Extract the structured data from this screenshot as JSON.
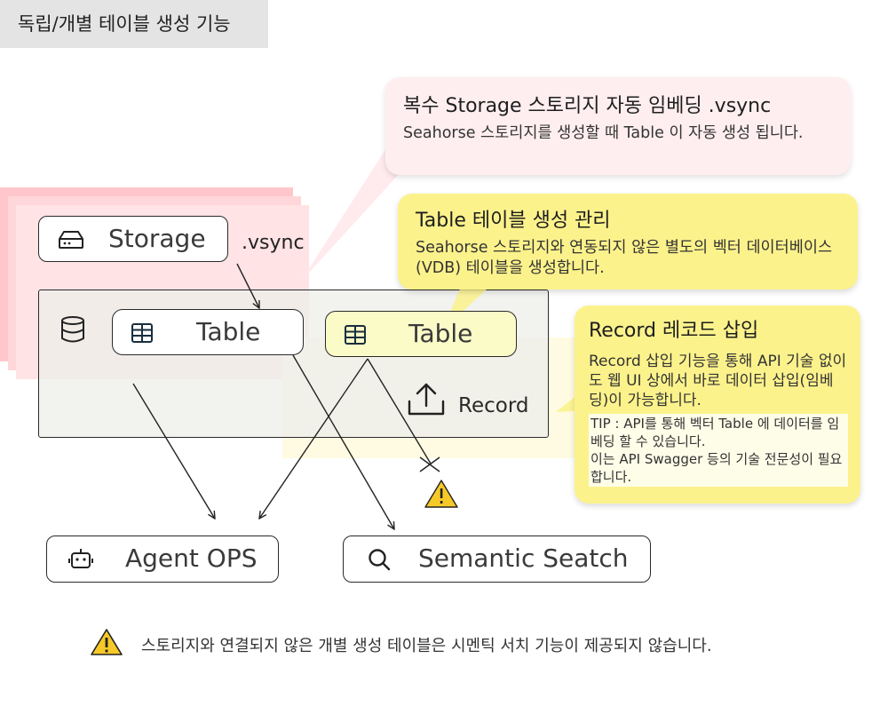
{
  "header": {
    "title": "독립/개별 테이블 생성 기능"
  },
  "nodes": {
    "storage": {
      "label": "Storage",
      "icon": "hard-drive-icon"
    },
    "vsync_label": ".vsync",
    "database": {
      "icon": "database-icon"
    },
    "table_a": {
      "label": "Table",
      "icon": "table-grid-icon"
    },
    "table_b": {
      "label": "Table",
      "icon": "table-grid-icon"
    },
    "record": {
      "label": "Record",
      "icon": "upload-icon"
    },
    "agent_ops": {
      "label": "Agent  OPS",
      "icon": "robot-icon"
    },
    "semantic_search": {
      "label": "Semantic Seatch",
      "icon": "search-icon"
    }
  },
  "callouts": {
    "vsync": {
      "title": "복수 Storage 스토리지 자동 임베딩 .vsync",
      "body": "Seahorse 스토리지를 생성할 때 Table 이 자동 생성 됩니다."
    },
    "table": {
      "title": "Table 테이블 생성 관리",
      "body": "Seahorse 스토리지와 연동되지 않은 별도의 벡터 데이터베이스(VDB) 테이블을 생성합니다."
    },
    "record": {
      "title": "Record 레코드 삽입",
      "body": "Record 삽입 기능을 통해 API 기술 없이도 웹 UI 상에서 바로 데이터 삽입(임베딩)이 가능합니다.",
      "tip_line1": "TIP : API를 통해 벡터 Table 에 데이터를 임베딩 할 수 있습니다.",
      "tip_line2": "이는 API Swagger 등의 기술 전문성이 필요합니다."
    }
  },
  "footnote": {
    "icon": "warning-icon",
    "text": "스토리지와 연결되지 않은 개별 생성 테이블은 시멘틱 서치 기능이 제공되지 않습니다."
  },
  "colors": {
    "pink_backdrop": "#ffd0d4",
    "pink_callout": "#ffeef0",
    "yellow_callout": "#fcf28c",
    "table_highlight": "#fbfbc8",
    "warning": "#f7c928"
  }
}
